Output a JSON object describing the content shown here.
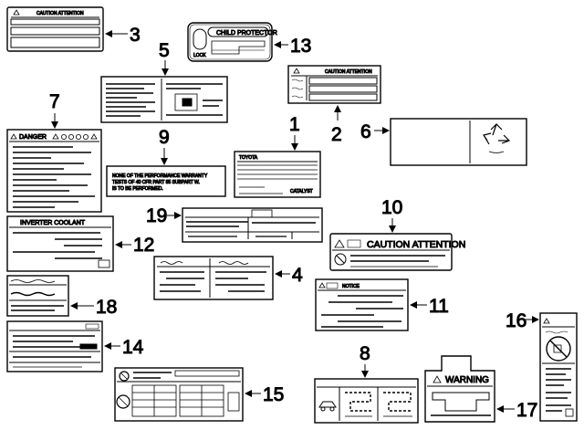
{
  "colors": {
    "ink": "#000000",
    "paper": "#ffffff",
    "fill": "#d9d9d9"
  },
  "callouts": {
    "c1": "1",
    "c2": "2",
    "c3": "3",
    "c4": "4",
    "c5": "5",
    "c6": "6",
    "c7": "7",
    "c8": "8",
    "c9": "9",
    "c10": "10",
    "c11": "11",
    "c12": "12",
    "c13": "13",
    "c14": "14",
    "c15": "15",
    "c16": "16",
    "c17": "17",
    "c18": "18",
    "c19": "19"
  },
  "labels": {
    "caution_attention_small": "CAUTION  ATTENTION",
    "child_protector": "CHILD PROTECTOR",
    "lock": "LOCK",
    "caution_attention_2": "CAUTION ATTENTION",
    "danger": "DANGER",
    "toyota": "TOYOTA",
    "catalyst": "CATALYST",
    "warranty_line1": "NONE OF THE PERFORMANCE WARRANTY",
    "warranty_line2": "TESTS OF 40 CFR PART 85 SUBPART W.",
    "warranty_line3": "IS TO BE PERFORMED.",
    "inverter_coolant": "INVERTER COOLANT",
    "caution_attention_10": "CAUTION ATTENTION",
    "notice": "NOTICE",
    "warning": "WARNING"
  },
  "icons": {
    "warning_triangle": "warning-triangle-icon",
    "recycle": "recycle-icon",
    "car": "car-icon",
    "airbag_child_seat": "no-child-seat-icon"
  }
}
